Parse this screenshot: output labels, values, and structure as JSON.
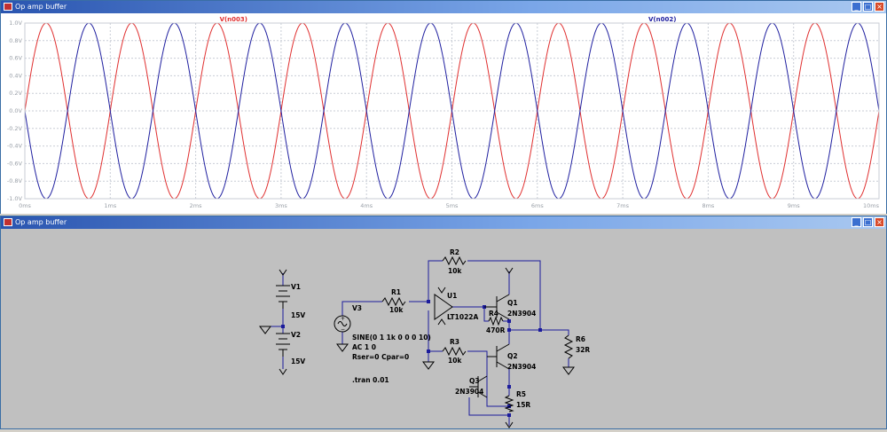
{
  "plot_window": {
    "title": "Op amp buffer",
    "buttons": {
      "minimize": "_",
      "maximize": "□",
      "close": "×"
    }
  },
  "schematic_window": {
    "title": "Op amp buffer",
    "buttons": {
      "minimize": "_",
      "maximize": "□",
      "close": "×"
    }
  },
  "chart_data": {
    "type": "line",
    "xlabel": "",
    "ylabel": "",
    "xlim": [
      0,
      10
    ],
    "ylim": [
      -1.0,
      1.0
    ],
    "x_tick_labels": [
      "0ms",
      "1ms",
      "2ms",
      "3ms",
      "4ms",
      "5ms",
      "6ms",
      "7ms",
      "8ms",
      "9ms",
      "10ms"
    ],
    "y_tick_labels": [
      "1.0V",
      "0.8V",
      "0.6V",
      "0.4V",
      "0.2V",
      "0.0V",
      "-0.2V",
      "-0.4V",
      "-0.6V",
      "-0.8V",
      "-1.0V"
    ],
    "grid": true,
    "series": [
      {
        "name": "V(n003)",
        "color": "#e03030",
        "function": "sine",
        "amplitude": 1.0,
        "frequency_per_ms": 1.0,
        "phase": 0
      },
      {
        "name": "V(n002)",
        "color": "#2020a0",
        "function": "sine",
        "amplitude": 1.0,
        "frequency_per_ms": 1.0,
        "phase": 180
      }
    ]
  },
  "schematic": {
    "labels": {
      "R1": "R1",
      "R1_val": "10k",
      "R2": "R2",
      "R2_val": "10k",
      "R3": "R3",
      "R3_val": "10k",
      "R4": "R4",
      "R4_val": "470R",
      "R5": "R5",
      "R5_val": "15R",
      "R6": "R6",
      "R6_val": "32R",
      "U1": "U1",
      "U1_val": "LT1022A",
      "Q1": "Q1",
      "Q1_val": "2N3904",
      "Q2": "Q2",
      "Q2_val": "2N3904",
      "Q3": "Q3",
      "Q3_val": "2N3904",
      "V1": "V1",
      "V1_val": "15V",
      "V2": "V2",
      "V2_val": "15V",
      "V3": "V3",
      "V3_line1": "SINE(0 1 1k 0 0 0 10)",
      "V3_line2": "AC 1 0",
      "V3_line3": "Rser=0 Cpar=0",
      "tran": ".tran 0.01"
    }
  }
}
